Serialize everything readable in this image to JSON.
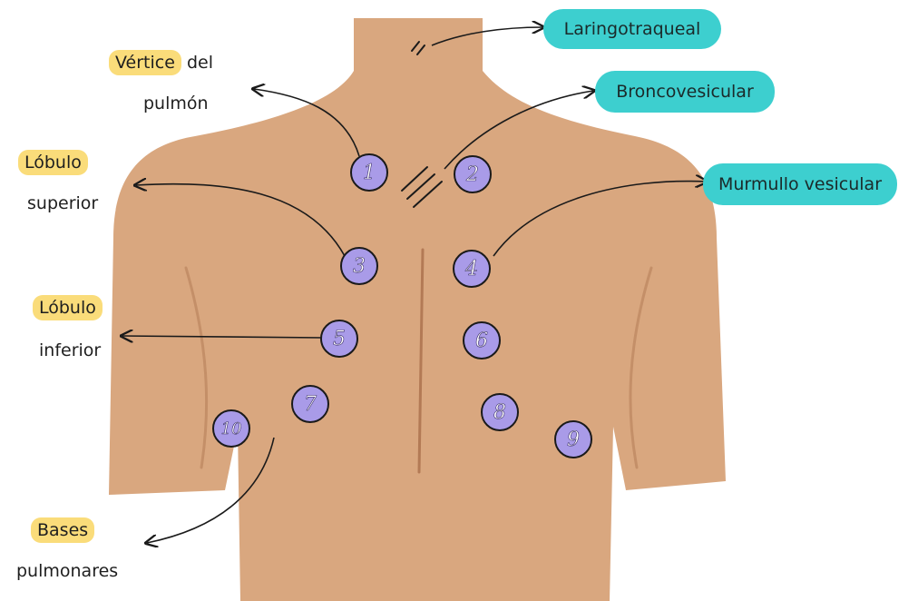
{
  "points": [
    {
      "n": "1"
    },
    {
      "n": "2"
    },
    {
      "n": "3"
    },
    {
      "n": "4"
    },
    {
      "n": "5"
    },
    {
      "n": "6"
    },
    {
      "n": "7"
    },
    {
      "n": "8"
    },
    {
      "n": "9"
    },
    {
      "n": "10"
    }
  ],
  "left_labels": {
    "vertice": {
      "highlight": "Vértice",
      "rest": "del",
      "line2": "pulmón"
    },
    "lobulo_superior": {
      "line1": "Lóbulo",
      "line2": "superior"
    },
    "lobulo_inferior": {
      "line1": "Lóbulo",
      "line2": "inferior"
    },
    "bases": {
      "line1": "Bases",
      "line2": "pulmonares"
    }
  },
  "sound_labels": {
    "laringotraqueal": "Laringotraqueal",
    "broncovesicular": "Broncovesicular",
    "murmullo": "Murmullo vesicular"
  },
  "colors": {
    "skin": "#d9a77f",
    "skin_line": "#b37a55",
    "point_fill": "#a99be8",
    "point_stroke": "#1a1a1a",
    "highlight": "#fadc7a",
    "pill": "#3dcfcf"
  }
}
